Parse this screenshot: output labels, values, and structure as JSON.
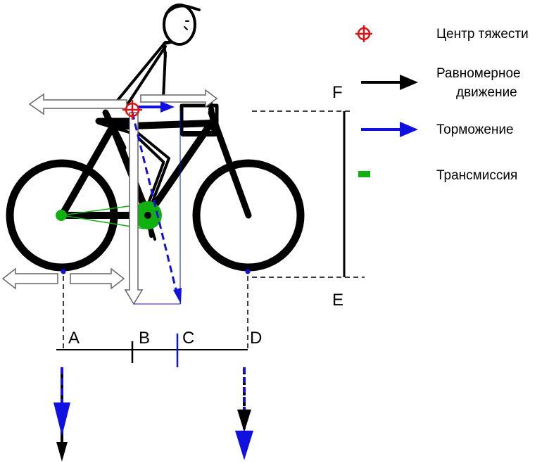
{
  "legend": {
    "cog_label": "Центр тяжести",
    "uniform_line1": "Равномерное",
    "uniform_line2": "движение",
    "braking_label": "Торможение",
    "transmission_label": "Трансмиссия"
  },
  "points": {
    "a": "A",
    "b": "B",
    "c": "C",
    "d": "D",
    "e": "E",
    "f": "F"
  },
  "colors": {
    "cog": "#e01010",
    "braking": "#1010e0",
    "uniform": "#000000",
    "transmission": "#10b010",
    "frame": "#000000"
  }
}
